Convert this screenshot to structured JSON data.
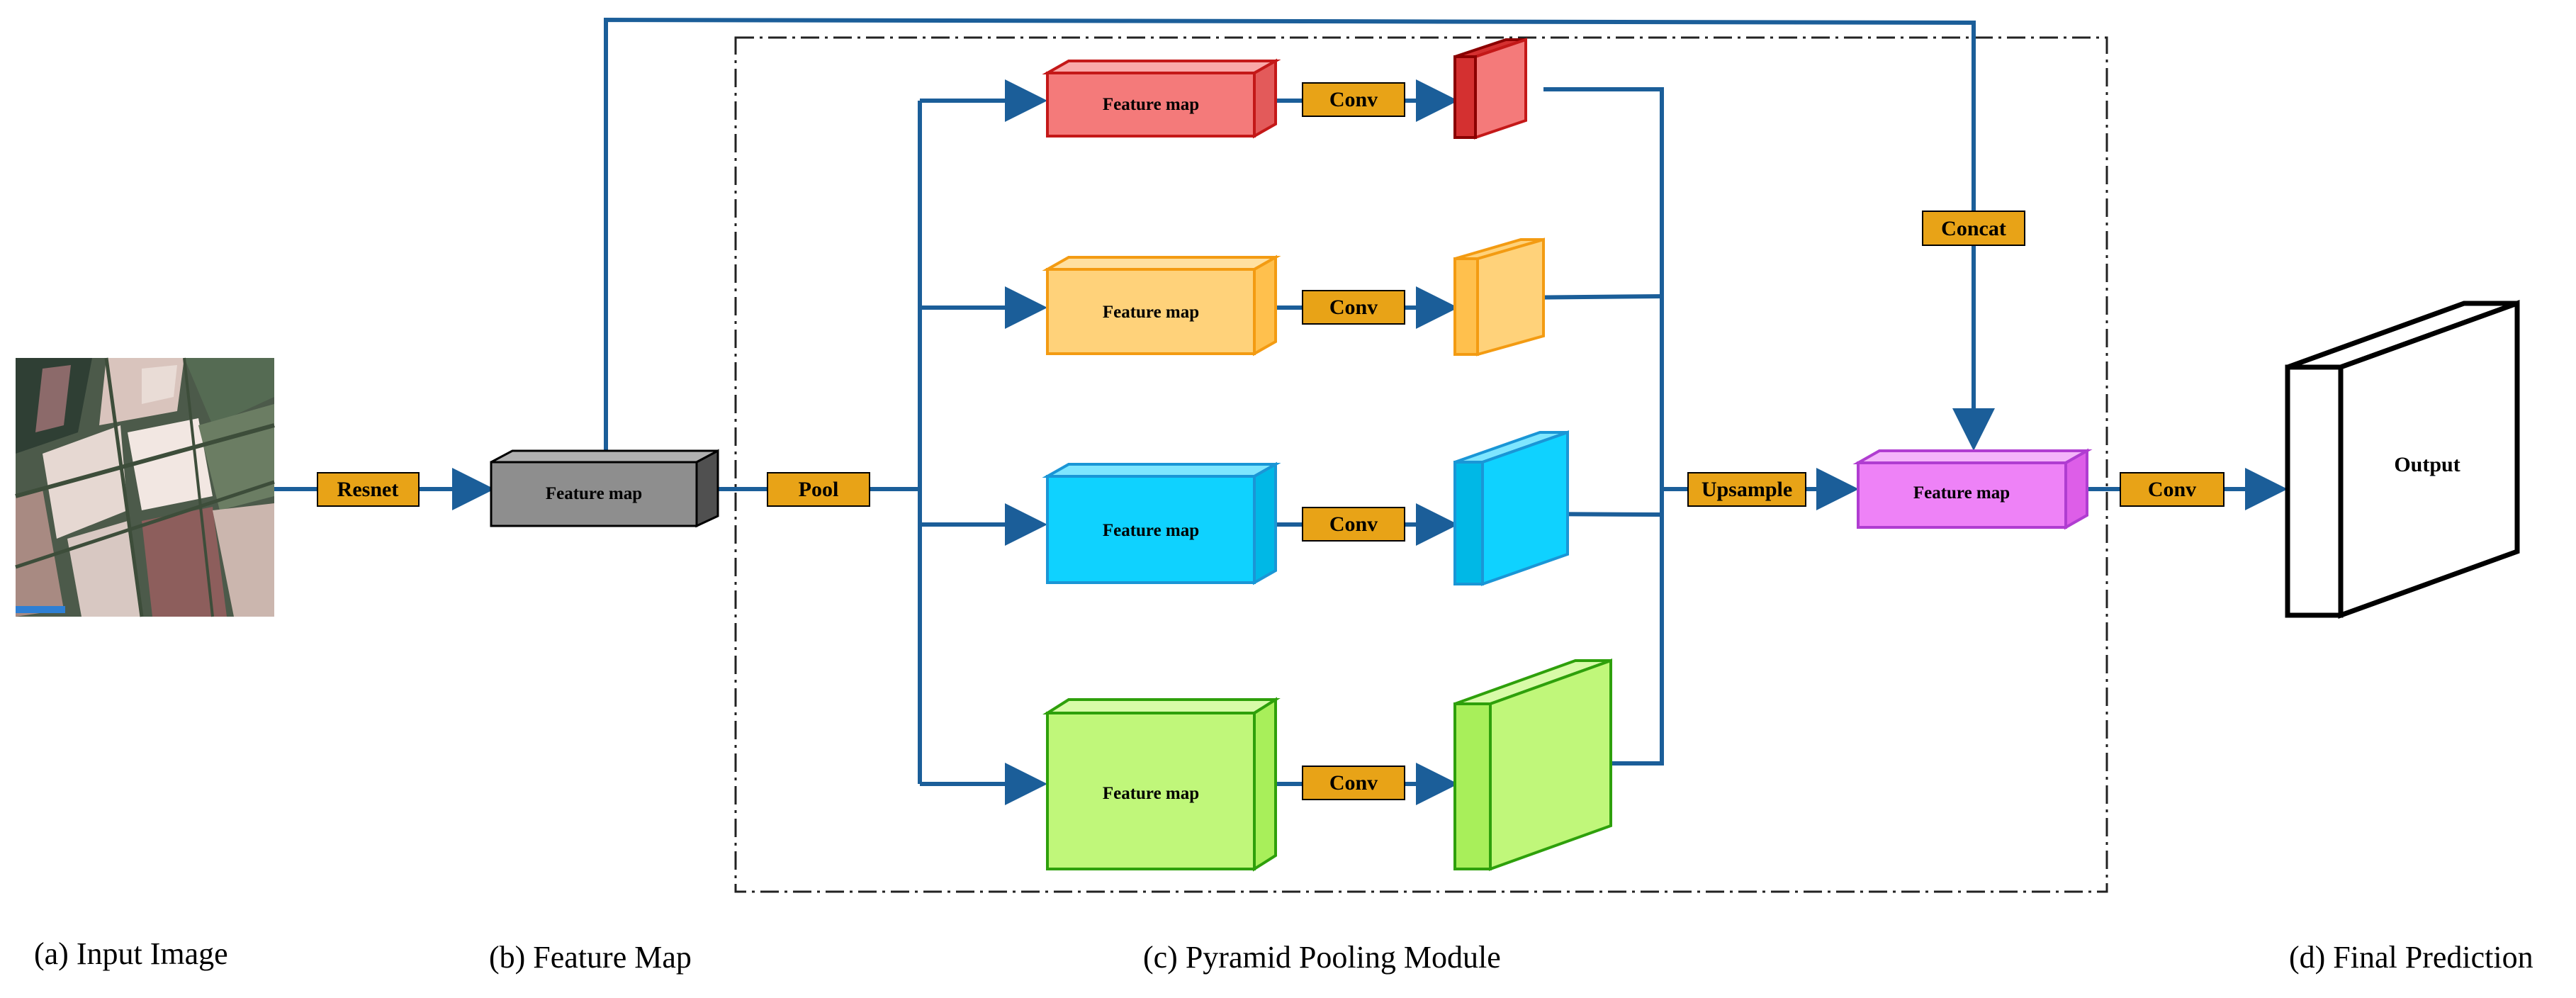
{
  "colors": {
    "arrow": "#1b5e99",
    "op_box_fill": "#e8a317",
    "op_box_stroke": "#000000",
    "backbone_fill": "#8e8e8e",
    "red": "#f47a7a",
    "red_stroke": "#c41818",
    "orange": "#ffd27a",
    "orange_stroke": "#f39b12",
    "cyan": "#0fd2ff",
    "cyan_stroke": "#1a96d6",
    "green": "#c0f77a",
    "green_stroke": "#2ea00b",
    "magenta": "#ee82f7",
    "magenta_stroke": "#b03dd1"
  },
  "ops": {
    "resnet": "Resnet",
    "pool": "Pool",
    "conv": "Conv",
    "upsample": "Upsample",
    "concat": "Concat"
  },
  "blocks": {
    "feature_map": "Feature map",
    "output": "Output"
  },
  "captions": {
    "input": "(a) Input Image",
    "feature": "(b) Feature Map",
    "ppm": "(c) Pyramid Pooling Module",
    "final": "(d) Final Prediction"
  },
  "input_image": {
    "description_icon": "aerial-satellite-image"
  }
}
